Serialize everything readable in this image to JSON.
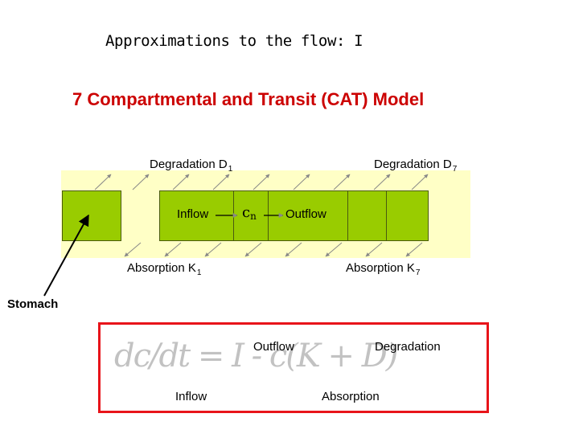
{
  "title": "Approximations to the flow: I",
  "subtitle": "7 Compartmental and Transit (CAT) Model",
  "labels": {
    "degradation_first_main": "Degradation D",
    "degradation_first_sub": "1",
    "degradation_last_main": "Degradation D",
    "degradation_last_sub": "7",
    "absorption_first_main": "Absorption K",
    "absorption_first_sub": "1",
    "absorption_last_main": "Absorption K",
    "absorption_last_sub": "7",
    "stomach": "Stomach",
    "inflow": "Inflow",
    "outflow": "Outflow",
    "compartment_main": "c",
    "compartment_sub": "n"
  },
  "equation_panel": {
    "outflow": "Outflow",
    "degradation": "Degradation",
    "inflow": "Inflow",
    "absorption": "Absorption",
    "formula_text": "dc/dt = I - c(K + D)",
    "accent_color": "#e8141a"
  },
  "colors": {
    "compartment_fill": "#99cc00",
    "band_fill": "#ffffc6",
    "title_red": "#cc0000"
  }
}
